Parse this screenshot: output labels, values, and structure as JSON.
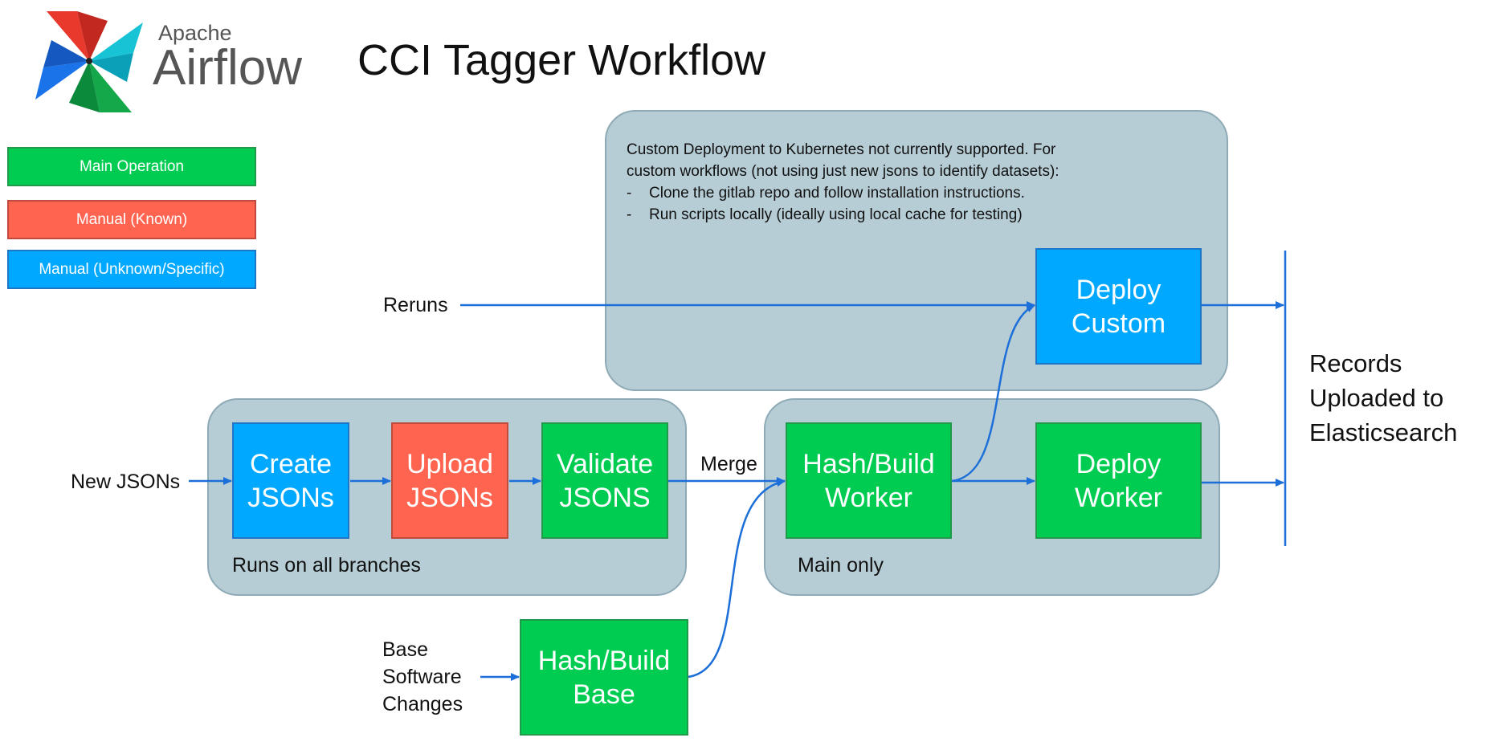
{
  "logo": {
    "apache": "Apache",
    "airflow": "Airflow"
  },
  "title": "CCI Tagger Workflow",
  "legend": [
    {
      "label": "Main Operation",
      "color": "#00cc52"
    },
    {
      "label": "Manual (Known)",
      "color": "#ff6450"
    },
    {
      "label": "Manual (Unknown/Specific)",
      "color": "#00a8ff"
    }
  ],
  "note": {
    "line1": "Custom Deployment to Kubernetes not currently supported. For",
    "line2": "custom workflows (not using just new jsons to identify datasets):",
    "bullets": [
      "Clone the gitlab repo and follow installation instructions.",
      "Run scripts locally (ideally using local cache for testing)"
    ],
    "dash": "-"
  },
  "regions": {
    "branches": "Runs on all branches",
    "main": "Main only"
  },
  "nodes": {
    "create_jsons": "Create\nJSONs",
    "upload_jsons": "Upload\nJSONs",
    "validate_jsons": "Validate\nJSONS",
    "hash_build_worker": "Hash/Build\nWorker",
    "deploy_worker": "Deploy\nWorker",
    "deploy_custom": "Deploy\nCustom",
    "hash_build_base": "Hash/Build\nBase"
  },
  "inputs": {
    "reruns": "Reruns",
    "new_jsons": "New JSONs",
    "base_changes": "Base\nSoftware\nChanges"
  },
  "edge_labels": {
    "merge": "Merge"
  },
  "output": "Records\nUploaded to\nElasticsearch",
  "colors": {
    "main_operation": "#00cc52",
    "manual_known": "#ff6450",
    "manual_unknown": "#00a8ff",
    "region_fill": "#b7cdd6",
    "arrow": "#1c6fd8"
  }
}
